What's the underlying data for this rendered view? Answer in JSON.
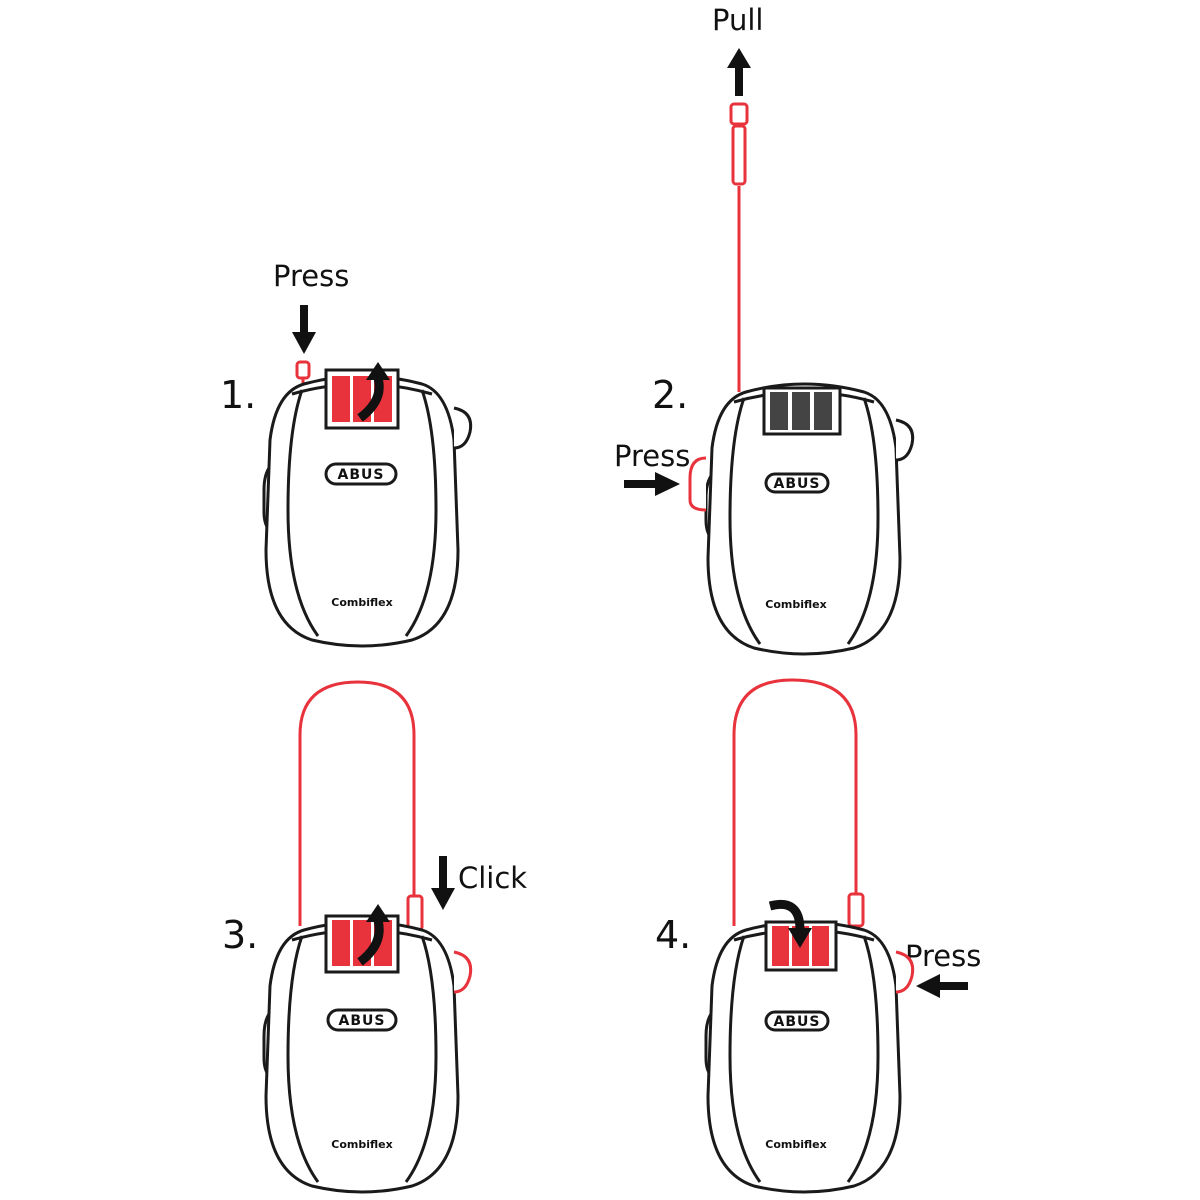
{
  "colors": {
    "outline": "#1a1a1a",
    "accent": "#e8323c",
    "background": "#ffffff"
  },
  "brand": "ABUS",
  "model": "Combiflex",
  "steps": [
    {
      "number": "1.",
      "labels": {
        "press": "Press"
      }
    },
    {
      "number": "2.",
      "labels": {
        "pull": "Pull",
        "press": "Press"
      }
    },
    {
      "number": "3.",
      "labels": {
        "click": "Click"
      }
    },
    {
      "number": "4.",
      "labels": {
        "press": "Press"
      }
    }
  ],
  "icons": [
    "arrow-down-icon",
    "arrow-up-icon",
    "arrow-right-icon",
    "arrow-left-icon",
    "curved-arrow-up-icon",
    "curved-arrow-down-icon"
  ]
}
